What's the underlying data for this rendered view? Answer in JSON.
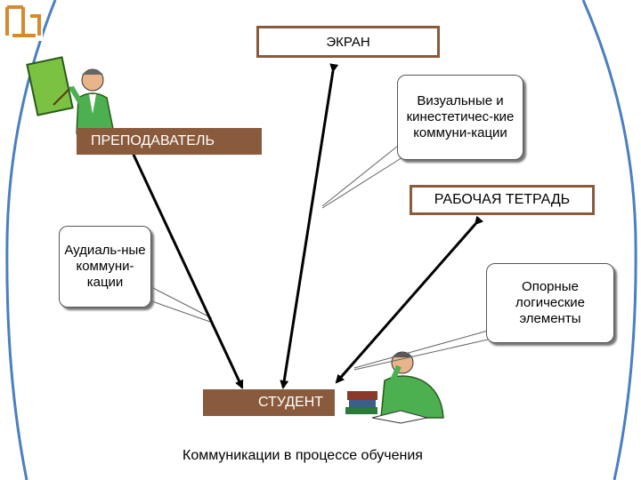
{
  "nodes": {
    "screen": "ЭКРАН",
    "teacher": "ПРЕПОДАВАТЕЛЬ",
    "workbook": "РАБОЧАЯ ТЕТРАДЬ",
    "student": "СТУДЕНТ"
  },
  "callouts": {
    "visual": "Визуальные и кинестетичес-кие коммуни-кации",
    "audial": "Аудиаль-ные коммуни-кации",
    "support": "Опорные логические элементы"
  },
  "caption": "Коммуникации в процессе обучения",
  "colors": {
    "frame": "#4a7fc0",
    "bar": "#8a5a3c",
    "arrow": "#000000"
  }
}
